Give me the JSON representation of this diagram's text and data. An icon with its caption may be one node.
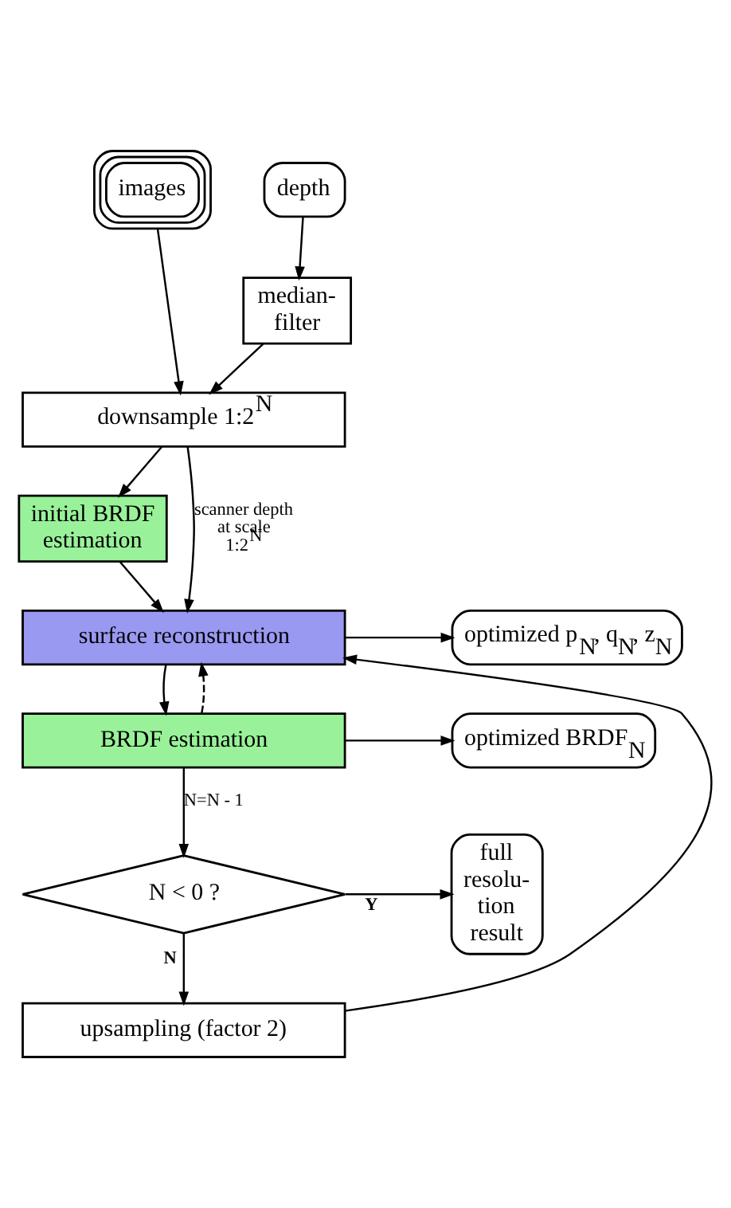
{
  "diagram": {
    "nodes": [
      {
        "text": [
          "images"
        ]
      },
      {
        "text": [
          "depth"
        ]
      },
      {
        "text": [
          "median- filter"
        ]
      },
      {
        "text": [
          "downsample 1:2$^{N}$"
        ]
      },
      {
        "text": [
          "initial BRDF estimation"
        ]
      },
      {
        "text": [
          "surface reconstruction"
        ]
      },
      {
        "text": [
          "optimized p$_{N}$, q$_{N}$, z$_{N}$"
        ]
      },
      {
        "text": [
          "BRDF estimation"
        ]
      },
      {
        "text": [
          "optimized BRDF$_{N}$"
        ]
      },
      {
        "text": [
          "N < 0 ?"
        ]
      },
      {
        "text": [
          "full resolu- tion result"
        ]
      },
      {
        "text": [
          "upsampling (factor 2)"
        ]
      }
    ],
    "edges": [
      {
        "from": 0,
        "to": 3,
        "arrow": "to"
      },
      {
        "from": 1,
        "to": 2,
        "arrow": "to"
      },
      {
        "from": 2,
        "to": 3,
        "arrow": "to"
      },
      {
        "from": 3,
        "to": 4,
        "arrow": "to"
      },
      {
        "from": 4,
        "to": 5,
        "arrow": "to"
      },
      {
        "from": 3,
        "to": 5,
        "arrow": "to",
        "label": "scanner depth at scale 1:2$^{N}$"
      },
      {
        "from": 5,
        "to": 7,
        "arrow": "to"
      },
      {
        "from": 5,
        "to": 6,
        "arrow": "to"
      },
      {
        "from": 7,
        "to": 5,
        "arrow": "to",
        "style": "dashed"
      },
      {
        "from": 7,
        "to": 9,
        "arrow": "to",
        "label": "N=N - 1"
      },
      {
        "from": 7,
        "to": 8,
        "arrow": "to"
      },
      {
        "from": 9,
        "to": 10,
        "arrow": "to",
        "label": "Y"
      },
      {
        "from": 9,
        "to": 11,
        "arrow": "to",
        "label": "N"
      },
      {
        "from": 11,
        "to": 5,
        "arrow": "to"
      }
    ]
  }
}
